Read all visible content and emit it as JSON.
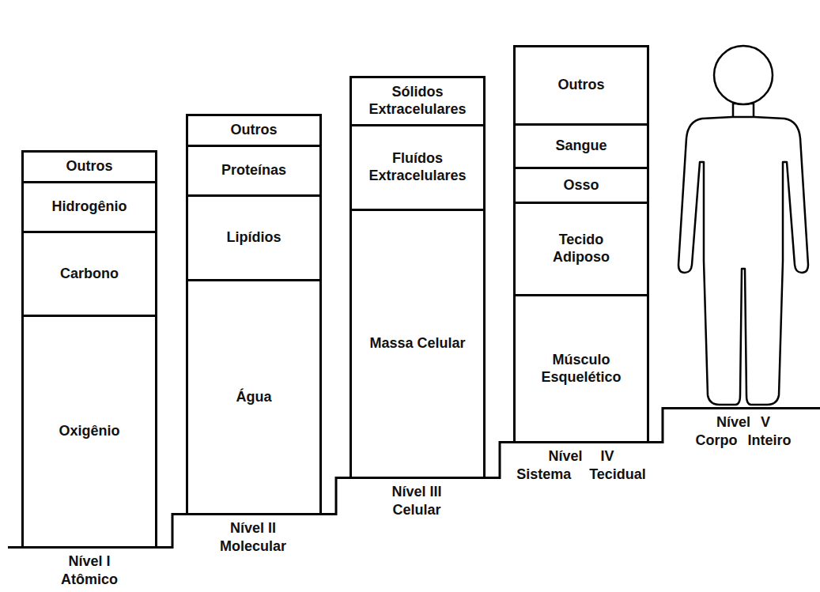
{
  "diagram": {
    "nodes": [
      {
        "text": [
          "Outros"
        ]
      },
      {
        "text": [
          "Hidrogênio"
        ]
      },
      {
        "text": [
          "Carbono"
        ]
      },
      {
        "text": [
          "Oxigênio"
        ]
      },
      {
        "text": [
          "Outros"
        ]
      },
      {
        "text": [
          "Proteínas"
        ]
      },
      {
        "text": [
          "Lipídios"
        ]
      },
      {
        "text": [
          "Água"
        ]
      },
      {
        "text": [
          "Sólidos Extracelulares"
        ]
      },
      {
        "text": [
          "Fluídos Extracelulares"
        ]
      },
      {
        "text": [
          "Massa Celular"
        ]
      },
      {
        "text": [
          "Outros"
        ]
      },
      {
        "text": [
          "Sangue"
        ]
      },
      {
        "text": [
          "Osso"
        ]
      },
      {
        "text": [
          "Tecido Adiposo"
        ]
      },
      {
        "text": [
          "Músculo Esquelético"
        ]
      }
    ],
    "labels": [
      "Nível I Atômico",
      "Nível II Molecular",
      "Nível III Celular",
      "Nível IV Sistema Tecidual",
      "Nível V Corpo Inteiro"
    ]
  }
}
